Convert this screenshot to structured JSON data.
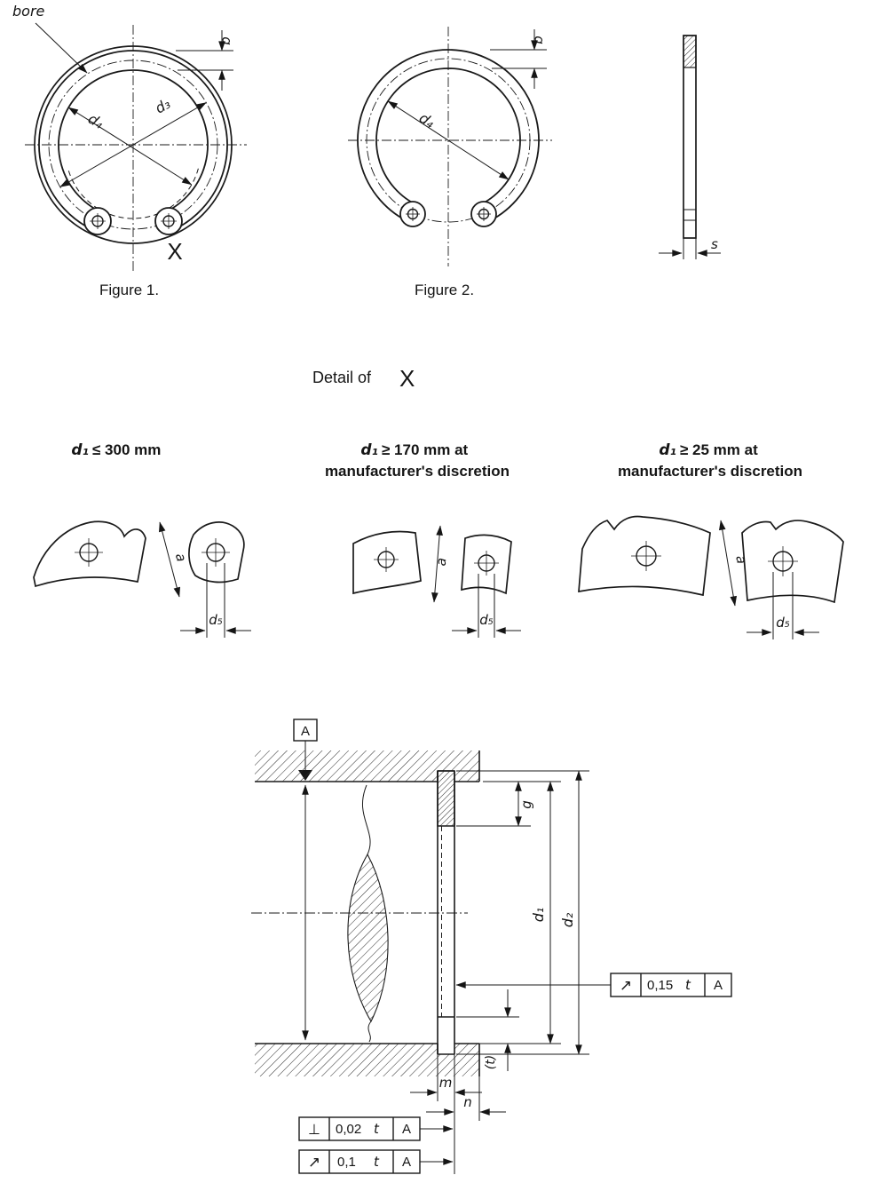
{
  "page": {
    "background": "#ffffff",
    "ink": "#1a1a1a"
  },
  "figure1": {
    "caption": "Figure 1.",
    "bore_label": "bore",
    "dim_b": "b",
    "dim_d3": "d₃",
    "dim_d4": "d₄",
    "detail_marker": "X"
  },
  "figure2": {
    "caption": "Figure 2.",
    "dim_b": "b",
    "dim_d4": "d₄"
  },
  "side_view": {
    "dim_s": "s"
  },
  "detail_section": {
    "title": "Detail of",
    "marker": "X",
    "variants": [
      {
        "cond_var": "d₁",
        "cond_rest": "≤  300 mm",
        "line2": "",
        "dim_a": "a",
        "dim_d5": "d₅"
      },
      {
        "cond_var": "d₁",
        "cond_rest": "≥ 170 mm at",
        "line2": "manufacturer's discretion",
        "dim_a": "a",
        "dim_d5": "d₅"
      },
      {
        "cond_var": "d₁",
        "cond_rest": "≥ 25 mm at",
        "line2": "manufacturer's discretion",
        "dim_a": "a",
        "dim_d5": "d₅"
      }
    ]
  },
  "installation": {
    "datum_label": "A",
    "dim_g": "g",
    "dim_d1": "d₁",
    "dim_d2": "d₂",
    "dim_m": "m",
    "dim_n": "n",
    "dim_t": "(t)",
    "fcf_top": {
      "symbol": "↗",
      "value": "0,15",
      "t": "t",
      "datum": "A"
    },
    "fcf_perp": {
      "symbol": "⊥",
      "value": "0,02",
      "t": "t",
      "datum": "A"
    },
    "fcf_runout": {
      "symbol": "↗",
      "value": "0,1",
      "t": "t",
      "datum": "A"
    }
  }
}
